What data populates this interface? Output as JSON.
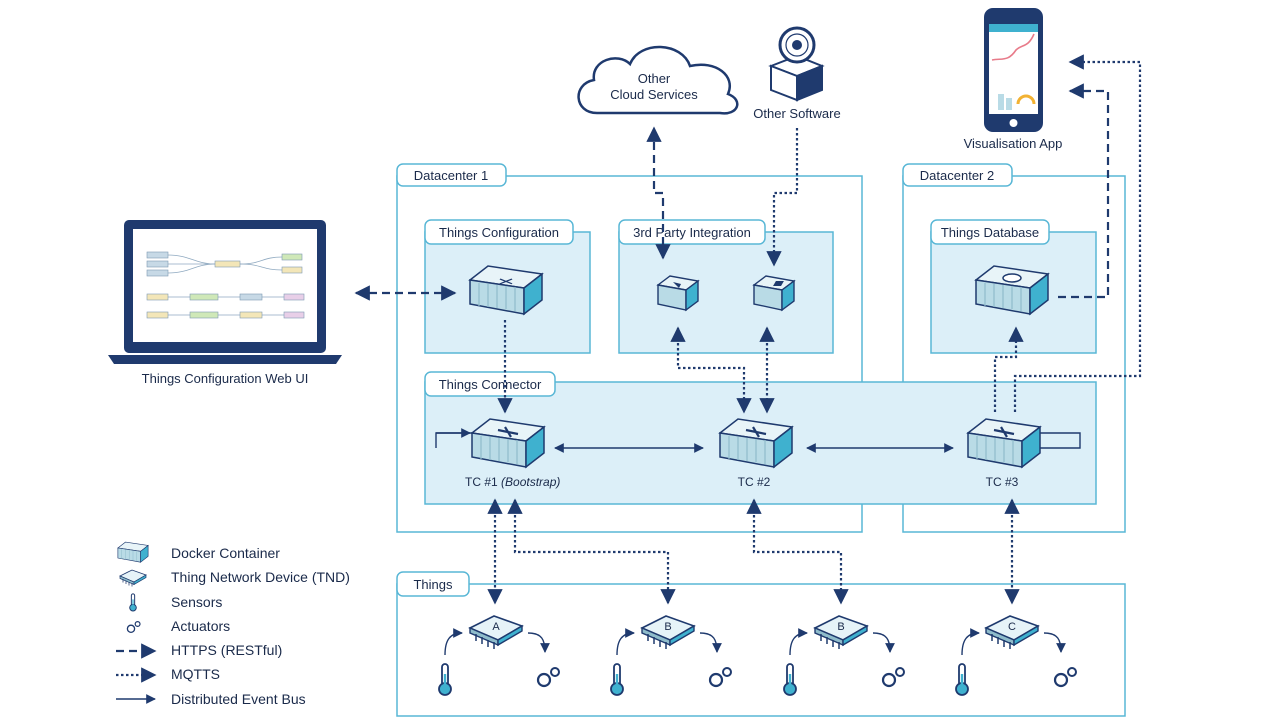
{
  "colors": {
    "navy": "#1f3a6e",
    "frame": "#59b7d6",
    "panel_fill": "#dceff8",
    "container_face": "#b9dbe6",
    "container_side": "#3fb1cf",
    "tab_fill": "#ffffff"
  },
  "external": {
    "cloud_line1": "Other",
    "cloud_line2": "Cloud Services",
    "other_software": "Other Software",
    "visualisation_app": "Visualisation App",
    "web_ui": "Things Configuration Web UI"
  },
  "datacenters": [
    {
      "label": "Datacenter 1"
    },
    {
      "label": "Datacenter 2"
    }
  ],
  "panels": {
    "things_configuration": "Things Configuration",
    "third_party_integration": "3rd Party Integration",
    "things_database": "Things Database",
    "things_connector": "Things Connector",
    "things": "Things"
  },
  "connectors": [
    {
      "label": "TC #1",
      "note": "(Bootstrap)"
    },
    {
      "label": "TC #2",
      "note": ""
    },
    {
      "label": "TC #3",
      "note": ""
    }
  ],
  "devices": [
    {
      "letter": "A"
    },
    {
      "letter": "B"
    },
    {
      "letter": "B"
    },
    {
      "letter": "C"
    }
  ],
  "legend": [
    {
      "icon": "docker-container-icon",
      "label": "Docker Container"
    },
    {
      "icon": "tnd-chip-icon",
      "label": "Thing Network Device (TND)"
    },
    {
      "icon": "thermometer-icon",
      "label": "Sensors"
    },
    {
      "icon": "actuator-icon",
      "label": "Actuators"
    },
    {
      "icon": "dashed-arrow-icon",
      "label": "HTTPS (RESTful)"
    },
    {
      "icon": "dotted-arrow-icon",
      "label": "MQTTS"
    },
    {
      "icon": "solid-arrow-icon",
      "label": "Distributed Event Bus"
    }
  ]
}
